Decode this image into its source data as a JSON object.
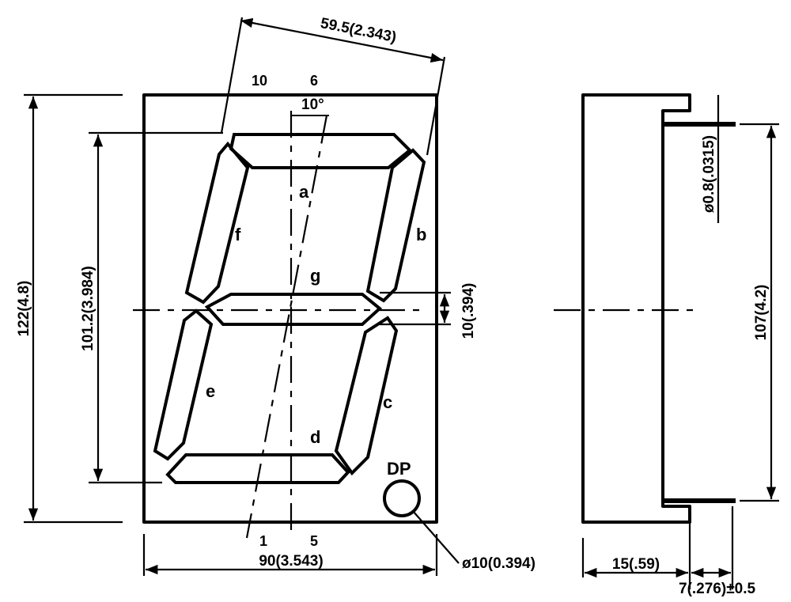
{
  "dimensions": {
    "height_total": "122(4.8)",
    "digit_height": "101.2(3.984)",
    "width_total": "90(3.543)",
    "slant_width": "59.5(2.343)",
    "slant_angle": "10°",
    "segment_width": "10(.394)",
    "dp_diameter": "ø10(0.394)",
    "side_height": "107(4.2)",
    "pin_diameter": "ø0.8(.0315)",
    "depth": "15(.59)",
    "pin_length": "7(.276)±0.5"
  },
  "segments": {
    "a": "a",
    "b": "b",
    "c": "c",
    "d": "d",
    "e": "e",
    "f": "f",
    "g": "g",
    "dp": "DP"
  },
  "pins": {
    "top_left": "10",
    "top_right": "6",
    "bottom_left": "1",
    "bottom_right": "5"
  }
}
